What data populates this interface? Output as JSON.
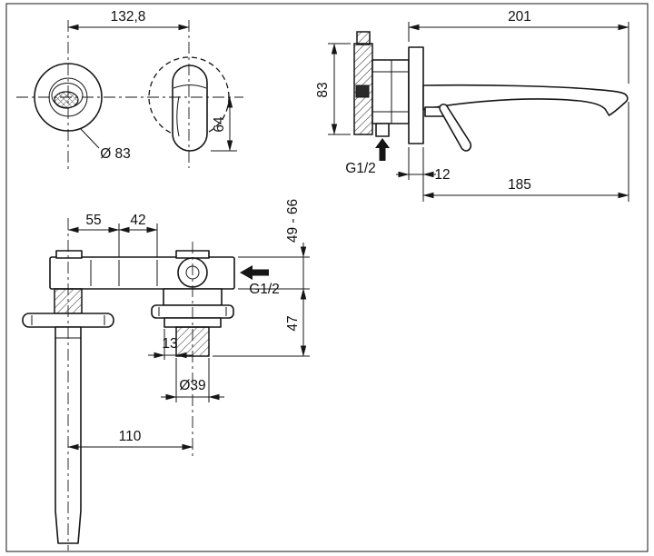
{
  "front_view": {
    "width": "132,8",
    "trim_diameter": "Ø 83",
    "handle_height": "64"
  },
  "side_view": {
    "total_depth": "201",
    "plate_height": "83",
    "inlet_thread": "G1/2",
    "trim_thickness": "12",
    "spout_reach": "185"
  },
  "body_view": {
    "port_spacing_a": "55",
    "port_spacing_b": "42",
    "install_depth_range": "49 - 66",
    "outlet_thread": "G1/2",
    "body_depth": "47",
    "thread_length": "13",
    "collar_diameter": "Ø39",
    "inlet_tube_length": "110"
  },
  "colors": {
    "ink": "#161616",
    "background": "#ffffff"
  }
}
